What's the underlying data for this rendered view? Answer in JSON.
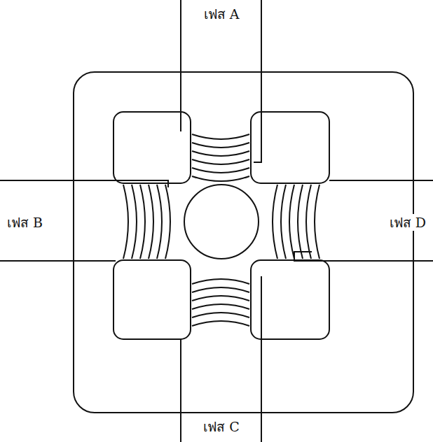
{
  "diagram": {
    "labels": [
      "เฟส A",
      "เฟส B",
      "เฟส C",
      "เฟส D"
    ]
  }
}
